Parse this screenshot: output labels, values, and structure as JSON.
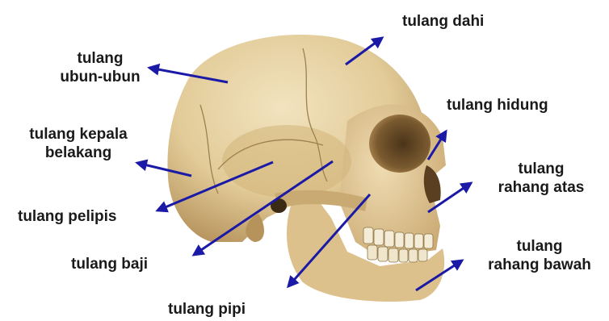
{
  "colors": {
    "arrow": "#1a1aa6",
    "bone_light": "#ecd9b0",
    "bone_mid": "#d9bf8a",
    "bone_dark": "#a8864f",
    "suture": "#9c8150",
    "text": "#1a1a1a"
  },
  "labels": {
    "frontal": "tulang dahi",
    "parietal": [
      "tulang",
      "ubun-ubun"
    ],
    "nasal": "tulang hidung",
    "occipital": [
      "tulang kepala",
      "belakang"
    ],
    "maxilla": [
      "tulang",
      "rahang atas"
    ],
    "temporal": "tulang pelipis",
    "sphenoid": "tulang baji",
    "mandible": [
      "tulang",
      "rahang bawah"
    ],
    "zygomatic": "tulang pipi"
  }
}
